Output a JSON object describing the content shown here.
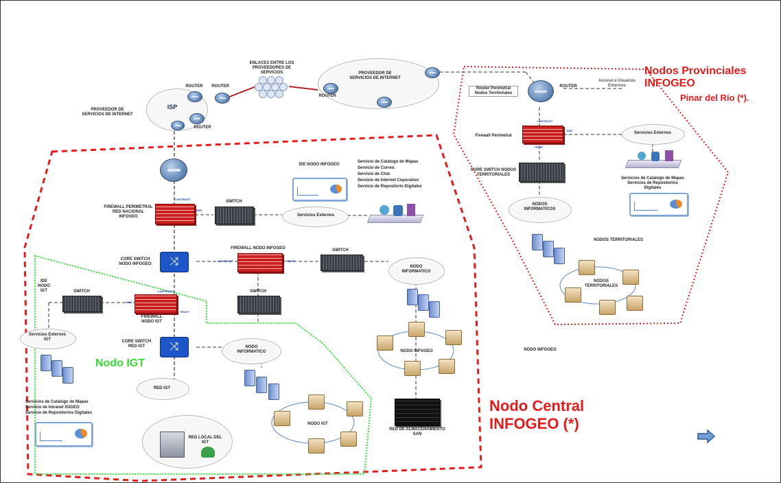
{
  "labels": {
    "isp": "ISP",
    "prov_isp_left": "PROVEEDOR DE SERVICIOS DE INTERNET",
    "router_a": "ROUTER",
    "router_b": "ROUTER",
    "router_c": "ROUTER",
    "router_d": "ROUTER",
    "router_e": "ROUTER",
    "enlaces": "ENLACES ENTRE LOS PROVEEDORES DE SERVICIOS",
    "prov_isp_right": "PROVEEDOR DE SERVICIOS DE INTERNET",
    "firewall_perimetral": "FIREWALL PERIMETRAL RED NACIONAL INFOGEO",
    "switch_top": "SWITCH",
    "servicios_externos": "Servicios Externos",
    "ide_nodo": "IDE NODO INFOGEO",
    "servicios_list": [
      "Servicio de Catalogo de Mapas",
      "Servicio de Correo.",
      "Servicio de Chat",
      "Servicio de Internet Coporativo",
      "Servicio de Repositorio Digitales"
    ],
    "core_switch_nodo": "CORE SWITCH NODO INFOGEO",
    "firewall_nodo": "FIREWALL NODO INFOGEO",
    "switch_mid": "SWITCH",
    "switch_mid2": "SWITCH",
    "nodo_informatico_right": "NODO INFORMATICO",
    "ide_igt": "IDE NODO IGT",
    "switch_igt": "SWITCH",
    "firewall_igt": "FIREWALL NODO IGT",
    "core_switch_igt": "CORE SWITCH RED IGT",
    "servicios_externos_igt": "Servicios Externos IGT",
    "nodo_informatico_igt": "NODO INFORMATICO",
    "red_igt": "RED IGT",
    "servicios_igt": [
      "Servicios de Catalogo de Mapas",
      "Servicio de Intranet IGIGEO",
      "Servicio de Repositorios Digitales"
    ],
    "red_local_igt": "RED LOCAL DEL IGT",
    "nodo_igt": "NODO IGT",
    "nodo_infogeo": "NODO INFOGEO",
    "red_almacenamiento": "RED DE ALMACENAMIENTO SAN",
    "nodo_infogeo_small": "NODO INFOGEO",
    "router_perimetral": "Router Perimetral Nodos Territoriales",
    "acceso_usuarios": "Acceso a Usuarios Externos",
    "firewall_perimetral_prov": "Firewall Perimetral",
    "servicios_externos_prov": "Servicios Externos",
    "core_switch_territorial": "CORE SWITCH NODOS TERRITORIALES",
    "servicios_prov": "Servicios de Catalogo de Mapas Servicios de Repositorios Digitales",
    "nodos_informaticos": "NODOS INFORMATICOS",
    "nodos_territoriales": "NODOS TERRITORIALES",
    "nodos_territoriales_ring": "NODOS TERRITORIALES",
    "lan_trust": "LAN/TRUST",
    "dmz": "DMZ",
    "trust": "TRUST"
  },
  "titles": {
    "provinciales_line1": "Nodos Provinciales",
    "provinciales_line2": "INFOGEO",
    "pinar": "Pinar del Río (*).",
    "central_line1": "Nodo Central",
    "central_line2": "INFOGEO (*)",
    "nodo_igt": "Nodo IGT"
  },
  "colors": {
    "red_region": "#e31b1b",
    "green_region": "#33dd33",
    "link_red": "#b22222",
    "accent_blue": "#1d56c9"
  },
  "icons": {
    "next_arrow": "right-arrow-icon"
  }
}
